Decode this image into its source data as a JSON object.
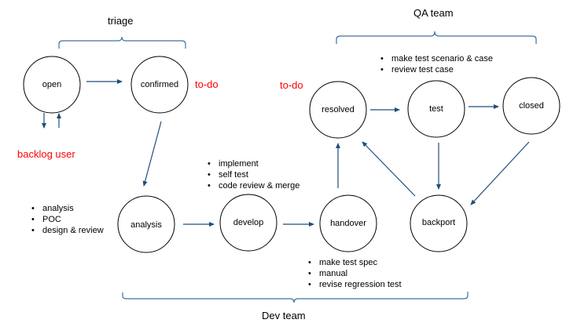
{
  "groups": {
    "triage": "triage",
    "qa": "QA team",
    "dev": "Dev team"
  },
  "states": {
    "open": "open",
    "confirmed": "confirmed",
    "analysis": "analysis",
    "develop": "develop",
    "handover": "handover",
    "resolved": "resolved",
    "test": "test",
    "closed": "closed",
    "backport": "backport"
  },
  "annotations": {
    "confirmed_todo": "to-do",
    "resolved_todo": "to-do",
    "backlog": "backlog user"
  },
  "notes": {
    "analysis": [
      "analysis",
      "POC",
      "design & review"
    ],
    "develop": [
      "implement",
      "self test",
      "code review & merge"
    ],
    "handover": [
      "make test spec",
      "manual",
      "revise regression test"
    ],
    "test": [
      "make test scenario & case",
      "review test case"
    ]
  },
  "colors": {
    "arrow": "#1f4e79",
    "bracket": "#41719c",
    "circle": "#000000",
    "highlight": "#ff0000"
  },
  "transitions": [
    {
      "from": "open",
      "to": "confirmed"
    },
    {
      "from": "open",
      "to": "backlog"
    },
    {
      "from": "backlog",
      "to": "open"
    },
    {
      "from": "confirmed",
      "to": "analysis"
    },
    {
      "from": "analysis",
      "to": "develop"
    },
    {
      "from": "develop",
      "to": "handover"
    },
    {
      "from": "handover",
      "to": "resolved"
    },
    {
      "from": "resolved",
      "to": "test"
    },
    {
      "from": "test",
      "to": "closed"
    },
    {
      "from": "test",
      "to": "backport"
    },
    {
      "from": "closed",
      "to": "backport"
    },
    {
      "from": "backport",
      "to": "resolved"
    }
  ]
}
